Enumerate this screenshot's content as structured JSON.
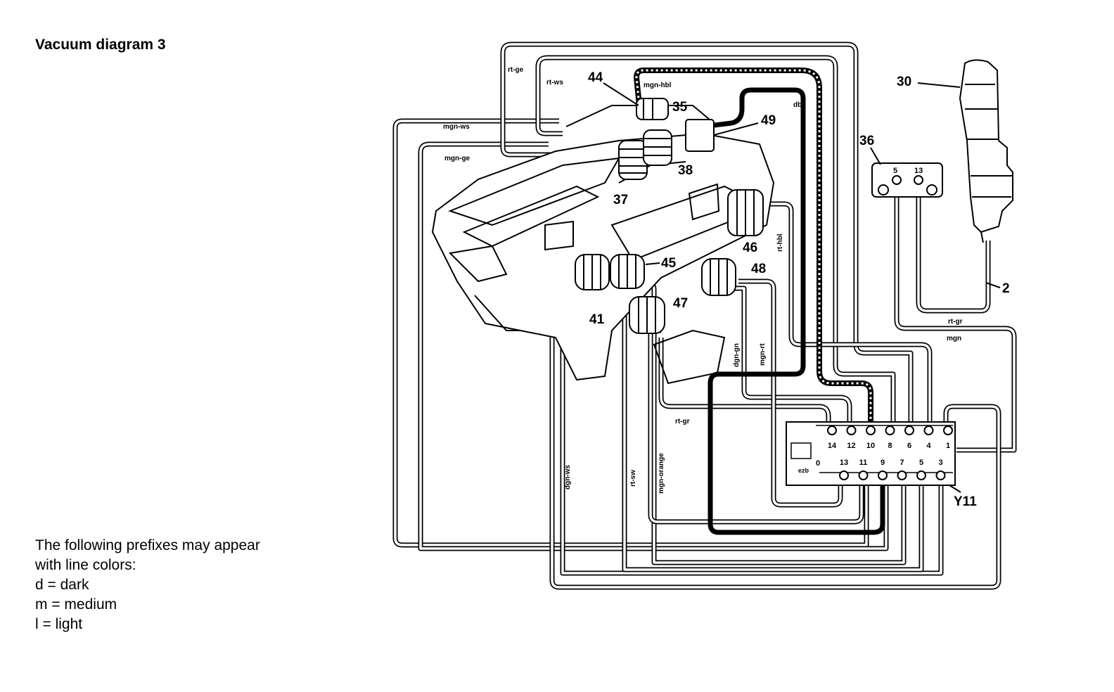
{
  "title": "Vacuum diagram 3",
  "legend": {
    "intro_line1": "The following prefixes may appear",
    "intro_line2": "with line colors:",
    "items": [
      "d = dark",
      "m = medium",
      "l = light"
    ]
  },
  "components": {
    "c30": "30",
    "c44": "44",
    "c35": "35",
    "c49": "49",
    "c36": "36",
    "c38": "38",
    "c37": "37",
    "c46": "46",
    "c45": "45",
    "c48": "48",
    "c47": "47",
    "c41": "41",
    "c2": "2",
    "y11": "Y11"
  },
  "line_colors": {
    "rt_ge": "rt-ge",
    "rt_ws": "rt-ws",
    "mgn_hbl": "mgn-hbl",
    "dbl": "dbl",
    "mgn_ws": "mgn-ws",
    "mgn_ge": "mgn-ge",
    "rt_hbl": "rt-hbl",
    "mgn_rt": "mgn-rt",
    "dgn_gn": "dgn-gn",
    "rt_gr_1": "rt-gr",
    "rt_gr_2": "rt-gr",
    "mgn": "mgn",
    "dgn_ws": "dgn-ws",
    "rt_sw": "rt-sw",
    "mgn_orange": "mgn-orange"
  },
  "valve_ports": {
    "top_row": [
      "14",
      "12",
      "10",
      "8",
      "6",
      "4",
      "1"
    ],
    "bottom_row": [
      "13",
      "11",
      "9",
      "7",
      "5",
      "3"
    ],
    "left_marker": "0",
    "code": "ezb"
  },
  "pump_ports": [
    "5",
    "13"
  ]
}
